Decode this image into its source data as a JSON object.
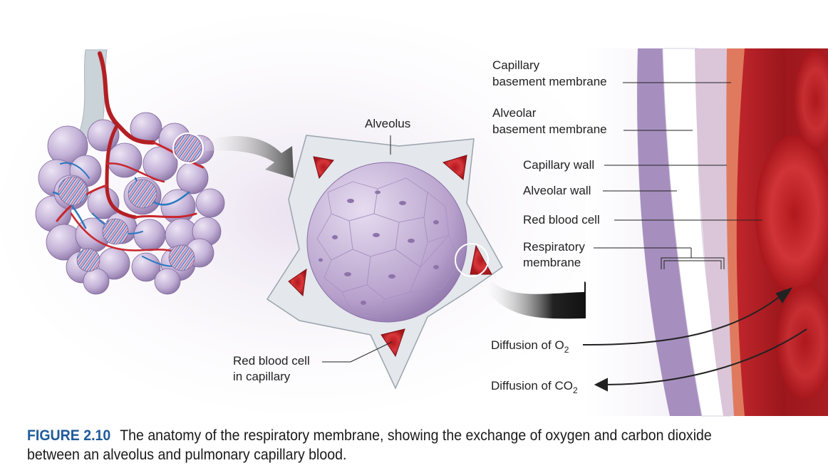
{
  "labels": {
    "capillary_basement": [
      "Capillary",
      "basement membrane"
    ],
    "alveolar_basement": [
      "Alveolar",
      "basement membrane"
    ],
    "capillary_wall": "Capillary wall",
    "alveolar_wall": "Alveolar wall",
    "red_blood_cell": "Red blood cell",
    "respiratory_membrane": [
      "Respiratory",
      "membrane"
    ],
    "alveolus": "Alveolus",
    "rbc_in_capillary": [
      "Red blood cell",
      "in capillary"
    ],
    "diffusion_o2": "Diffusion of O",
    "diffusion_co2": "Diffusion of CO",
    "subscript_2": "2"
  },
  "caption": {
    "figure": "FIGURE 2.10",
    "line1": "The anatomy of the respiratory membrane, showing the exchange of oxygen and carbon dioxide",
    "line2": "between an alveolus and pulmonary capillary blood."
  },
  "colors": {
    "alveolus": "#c4b0d6",
    "blood": "#b31f24",
    "vein": "#2a78c0",
    "membrane": "#9c84b6"
  }
}
